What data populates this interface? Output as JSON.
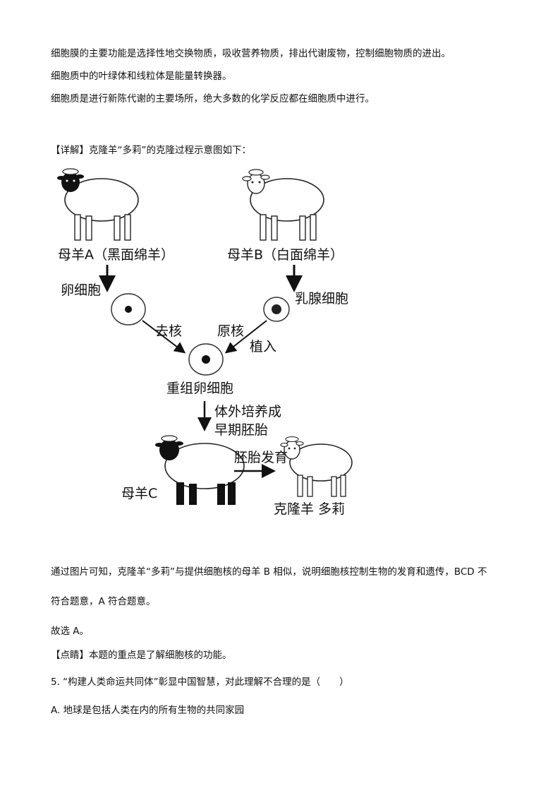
{
  "paragraphs": {
    "p1": "细胞膜的主要功能是选择性地交换物质，吸收营养物质，排出代谢废物，控制细胞物质的进出。",
    "p2": "细胞质中的叶绿体和线粒体是能量转换器。",
    "p3": "细胞质是进行新陈代谢的主要场所，绝大多数的化学反应都在细胞质中进行。",
    "detail": "【详解】克隆羊“多莉”的克隆过程示意图如下：",
    "p4a": "通过图片可知，克隆羊“多莉”与提供细胞核的母羊 B 相似，说明细胞核控制生物的发育和遗传，BCD 不",
    "p4b": "符合题意，A 符合题意。",
    "choose": "故选 A。",
    "dianjing": "【点睛】本题的重点是了解细胞核的功能。",
    "q5": "5. “构建人类命运共同体”彰显中国智慧，对此理解不合理的是（　　）",
    "optA": "A. 地球是包括人类在内的所有生物的共同家园"
  },
  "diagram": {
    "sheep_a": "母羊A（黑面绵羊）",
    "sheep_b": "母羊B（白面绵羊）",
    "egg_cell": "卵细胞",
    "mammary_cell": "乳腺细胞",
    "enucleate": "去核",
    "nucleus": "原核",
    "implant": "植入",
    "recombined": "重组卵细胞",
    "culture1": "体外培养成",
    "culture2": "早期胚胎",
    "embryo_dev": "胚胎发育",
    "sheep_c": "母羊C",
    "dolly": "克隆羊 多莉"
  }
}
